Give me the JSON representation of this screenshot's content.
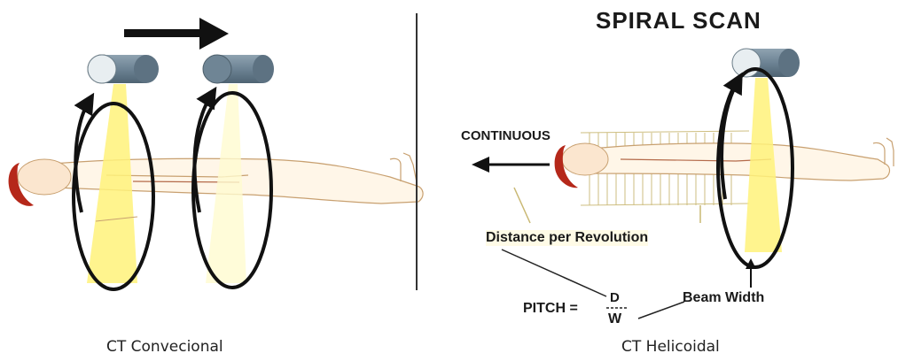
{
  "left_panel": {
    "caption": "CT Convecional"
  },
  "right_panel": {
    "title": "SPIRAL  SCAN",
    "continuous_label": "CONTINUOUS",
    "distance_label": "Distance per Revolution",
    "pitch_label": "PITCH =",
    "pitch_numerator": "D",
    "pitch_denominator": "W",
    "beam_width_label": "Beam Width",
    "caption": "CT Helicoidal"
  }
}
